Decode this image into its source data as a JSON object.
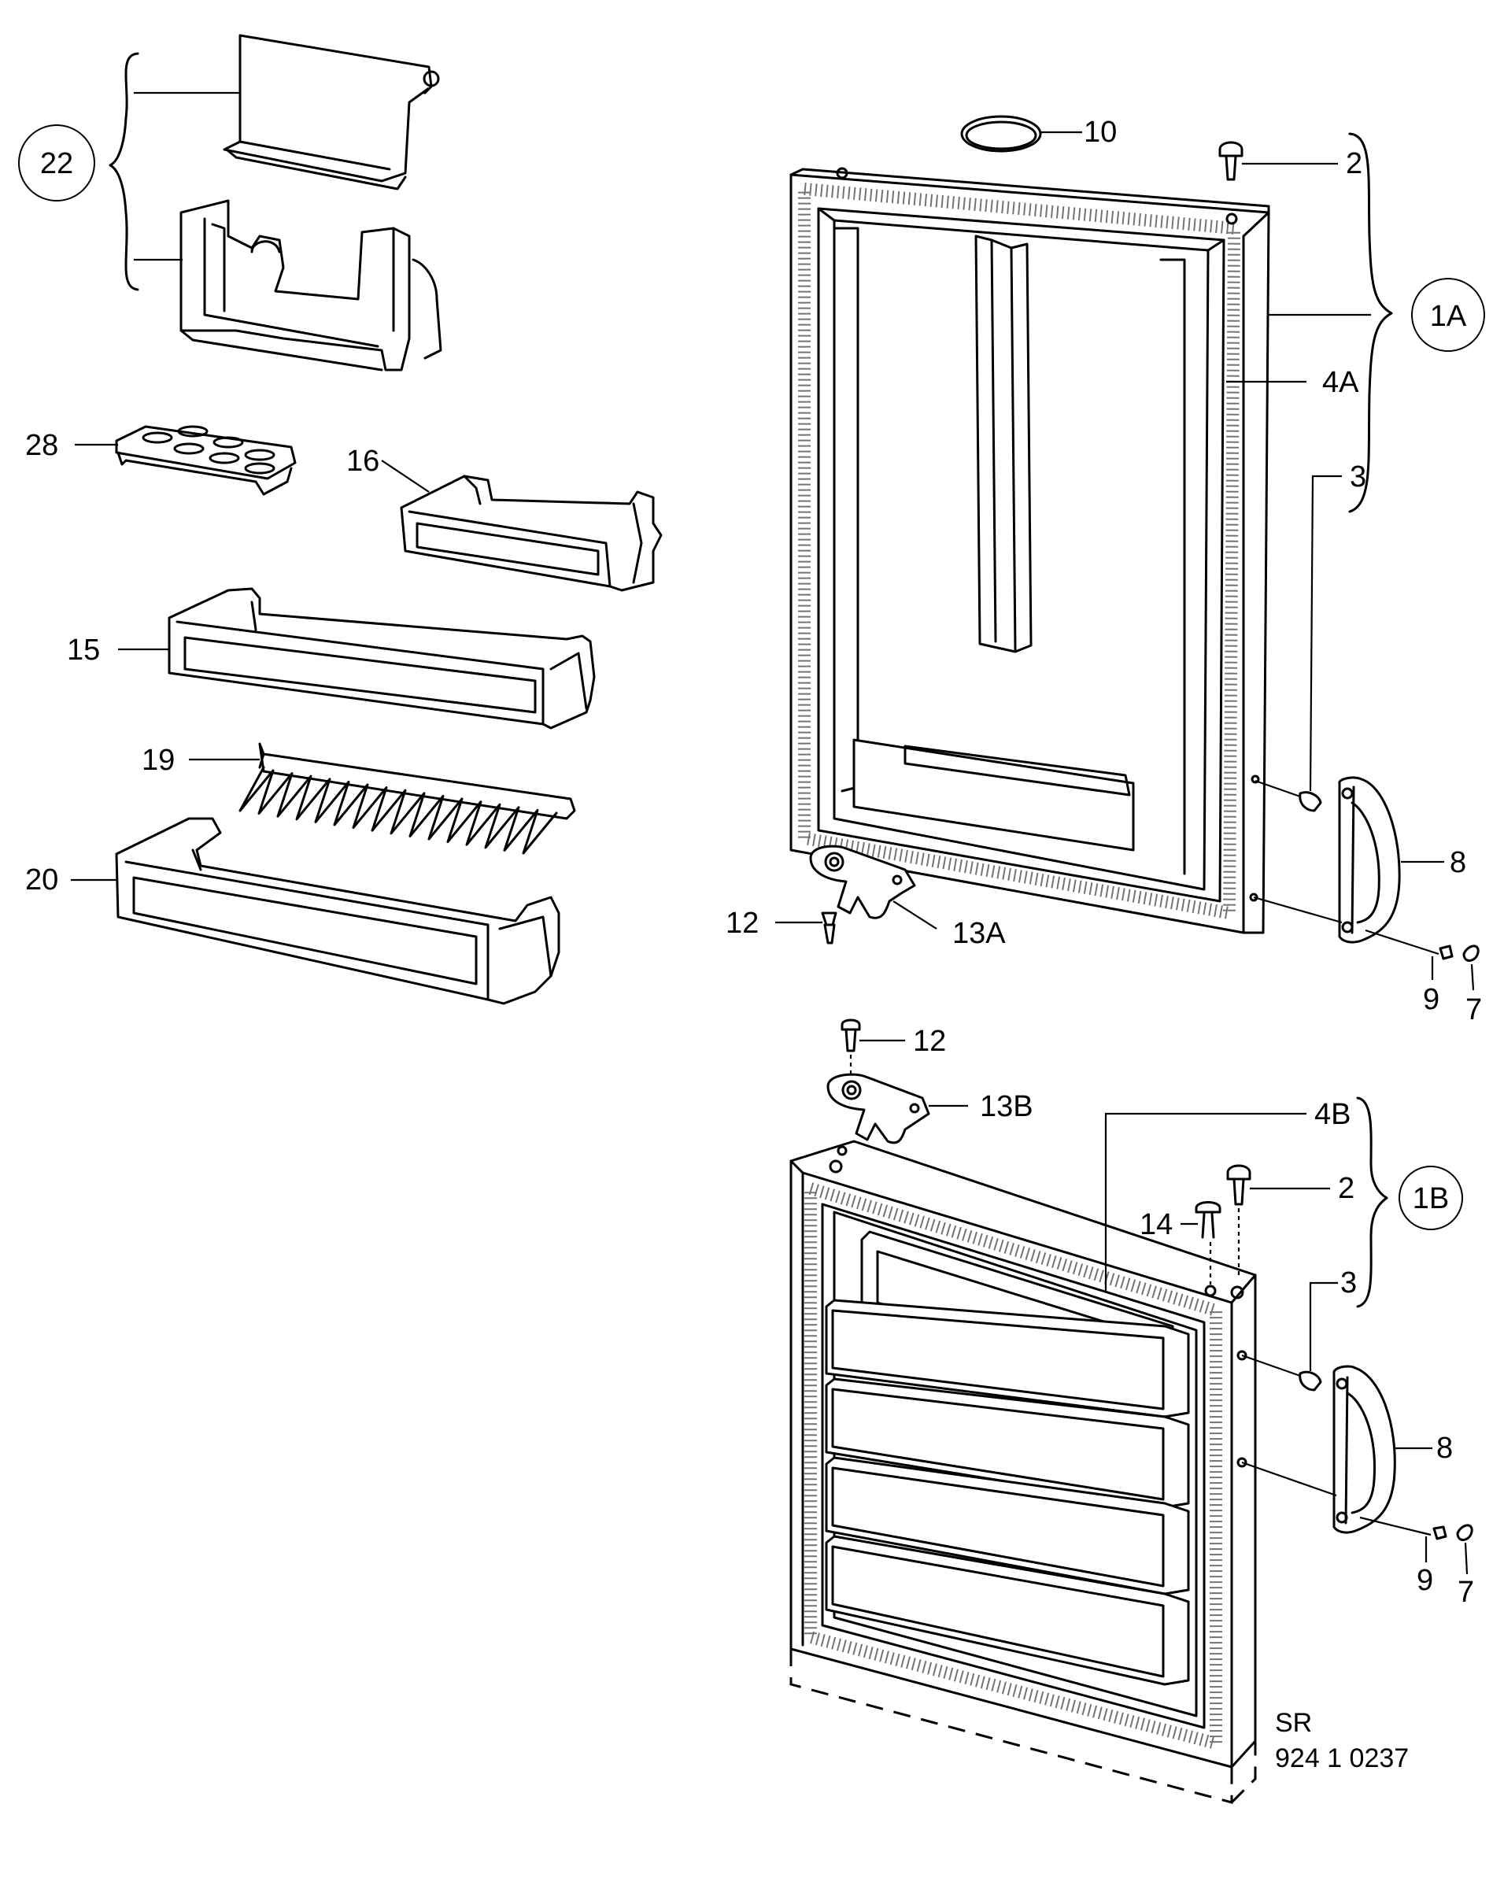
{
  "callouts": {
    "c22": "22",
    "c28": "28",
    "c16": "16",
    "c15": "15",
    "c19": "19",
    "c20": "20",
    "c10": "10",
    "c2a": "2",
    "c1a": "1A",
    "c4a": "4A",
    "c3a": "3",
    "c8a": "8",
    "c12a": "12",
    "c13a": "13A",
    "c9a": "9",
    "c7a": "7",
    "c12b": "12",
    "c13b": "13B",
    "c4b": "4B",
    "c2b": "2",
    "c1b": "1B",
    "c14": "14",
    "c3b": "3",
    "c8b": "8",
    "c9b": "9",
    "c7b": "7"
  },
  "reference": {
    "line1": "SR",
    "line2": "924 1 0237"
  }
}
